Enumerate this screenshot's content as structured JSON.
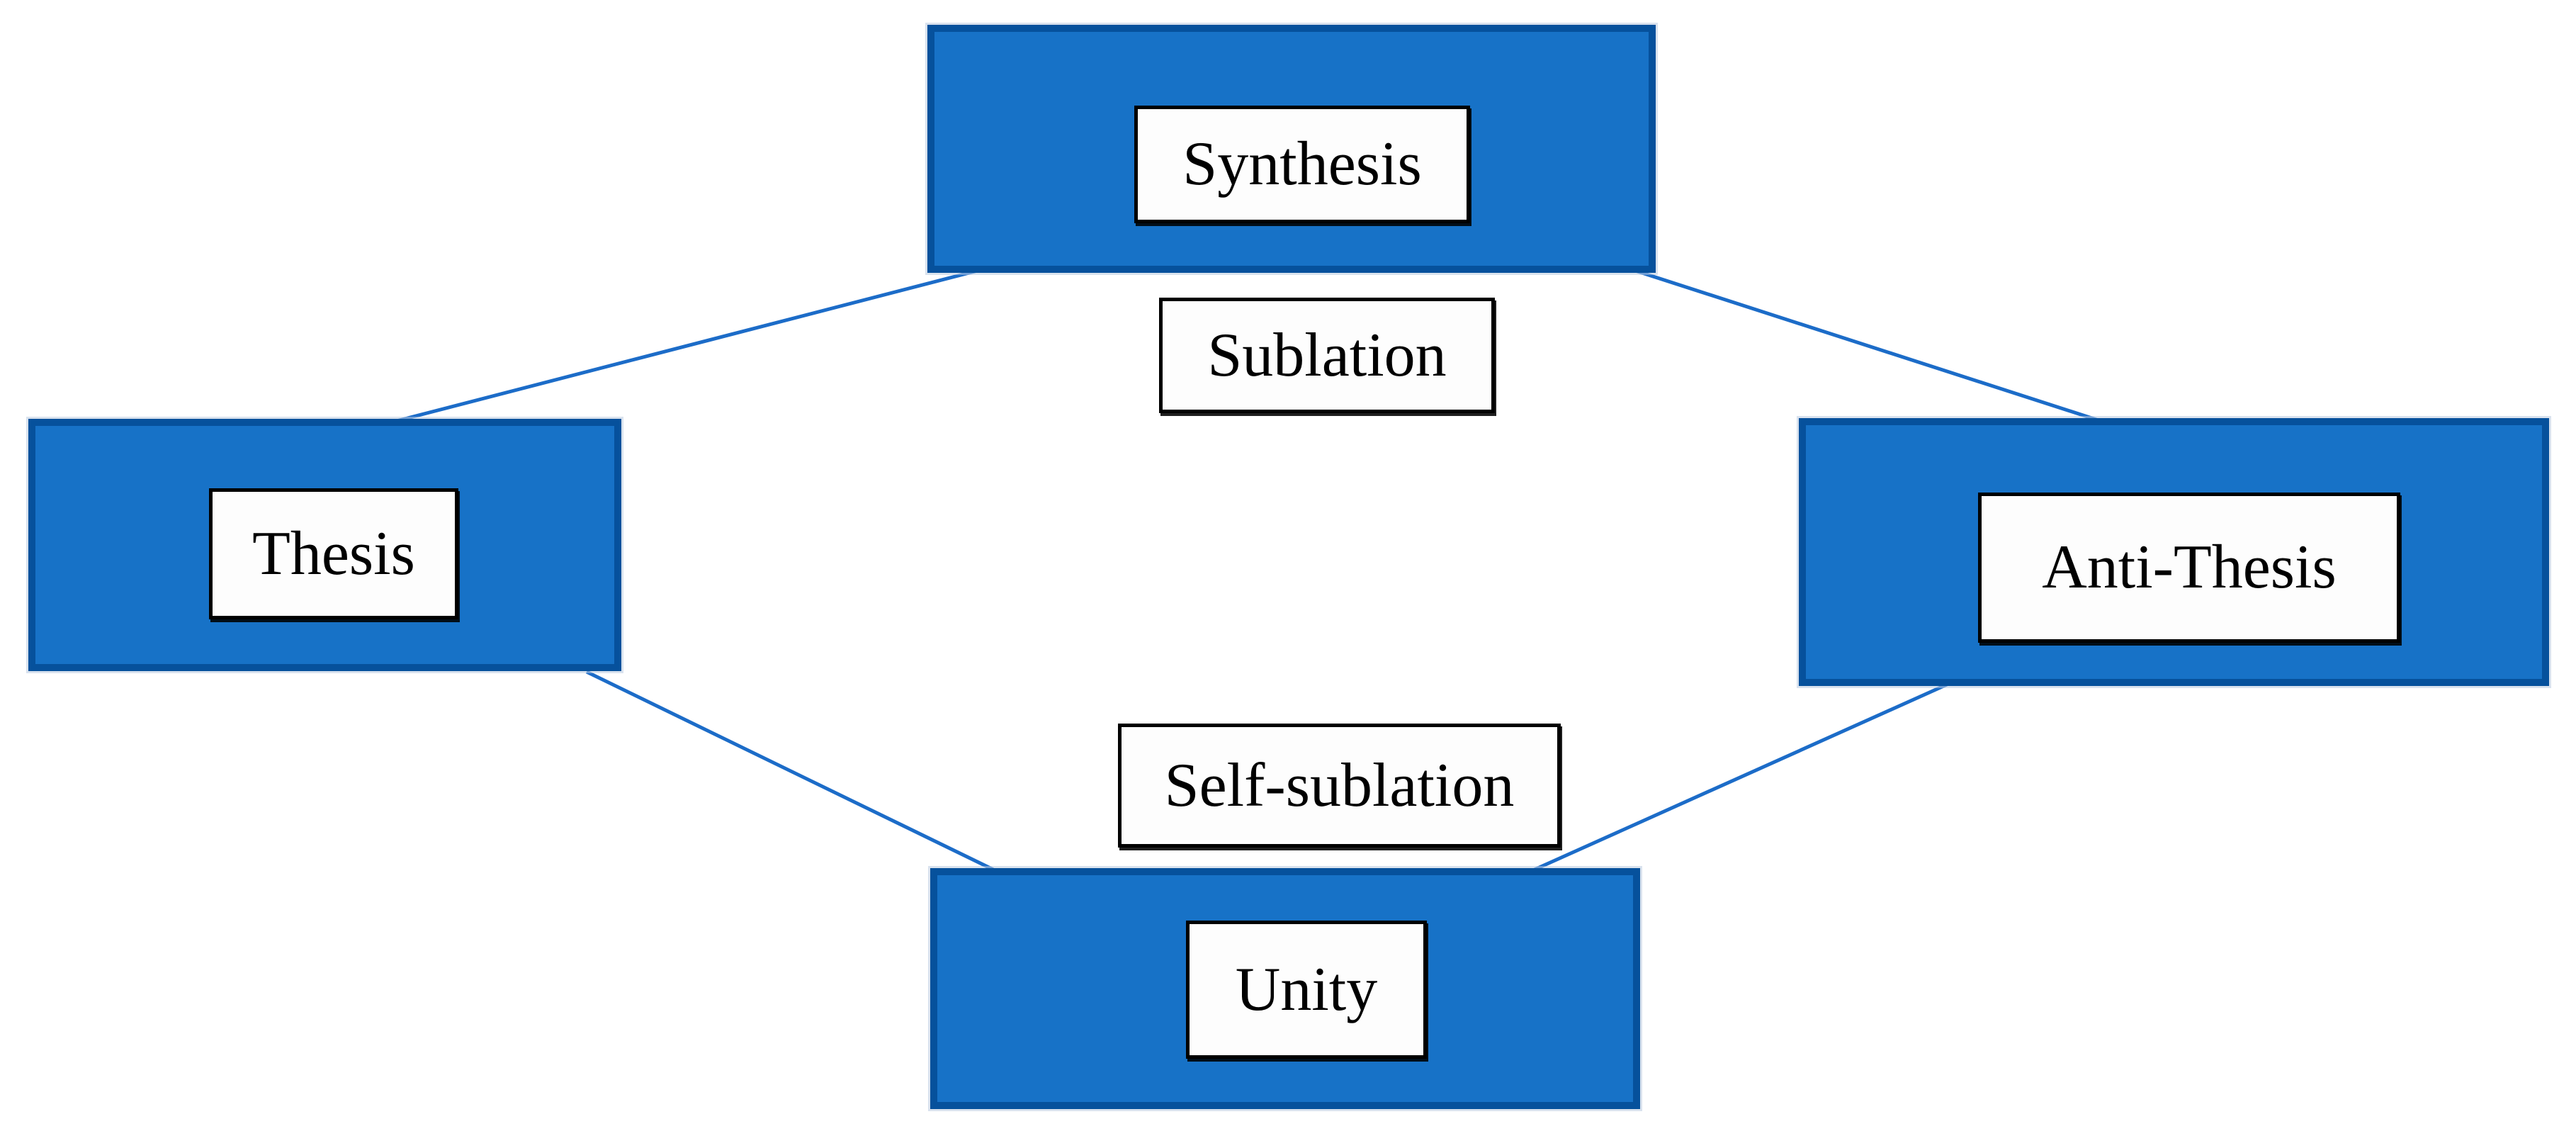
{
  "diagram": {
    "background": "#ffffff",
    "colors": {
      "node_fill": "#1772C7",
      "node_border": "#06519C",
      "label_fill": "#FDFDFD",
      "label_border": "#000000",
      "connector": "#1C6CC8",
      "text": "#000000"
    },
    "nodes": [
      {
        "id": "synthesis",
        "label": "Synthesis"
      },
      {
        "id": "thesis",
        "label": "Thesis"
      },
      {
        "id": "anti-thesis",
        "label": "Anti-Thesis"
      },
      {
        "id": "unity",
        "label": "Unity"
      }
    ],
    "edge_labels": [
      {
        "id": "sublation",
        "label": "Sublation"
      },
      {
        "id": "self-sublation",
        "label": "Self-sublation"
      }
    ],
    "connections": [
      {
        "from": "synthesis",
        "to": "thesis"
      },
      {
        "from": "synthesis",
        "to": "anti-thesis"
      },
      {
        "from": "thesis",
        "to": "unity"
      },
      {
        "from": "anti-thesis",
        "to": "unity"
      }
    ]
  }
}
